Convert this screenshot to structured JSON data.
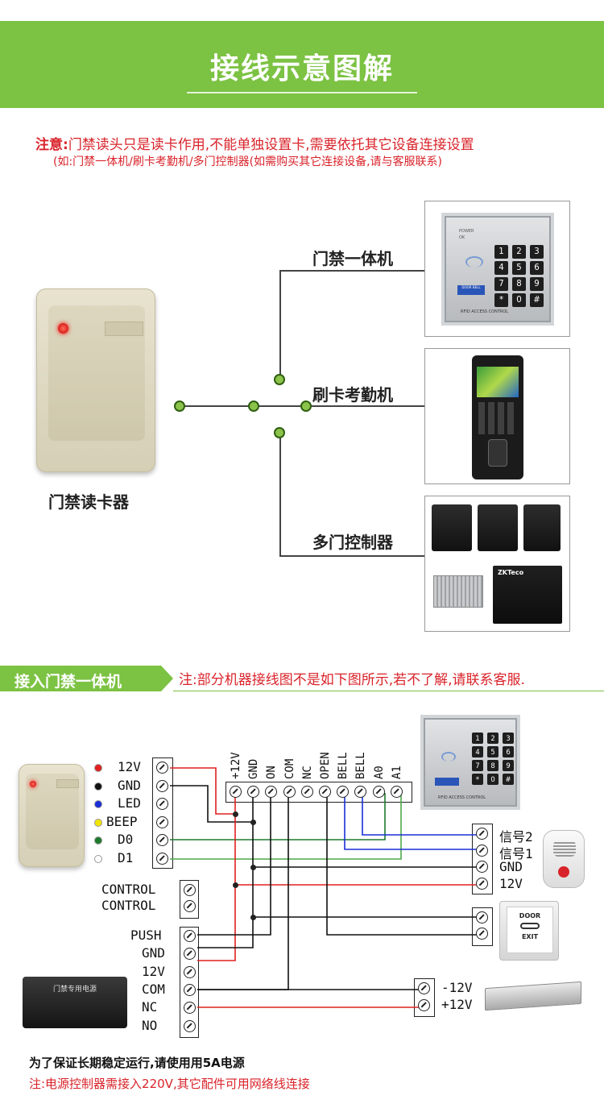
{
  "header": {
    "title": "接线示意图解"
  },
  "notice": {
    "label": "注意:",
    "text": "门禁读头只是读卡作用,不能单独设置卡,需要依托其它设备连接设置",
    "sub": "(如:门禁一体机/刷卡考勤机/多门控制器(如需购买其它连接设备,请与客服联系)"
  },
  "overview": {
    "reader_label": "门禁读卡器",
    "devices": [
      {
        "label": "门禁一体机"
      },
      {
        "label": "刷卡考勤机"
      },
      {
        "label": "多门控制器"
      }
    ],
    "keypad": {
      "power": "POWER",
      "ok": "OK",
      "footer": "RFID ACCESS CONTROL",
      "bell": "DOOR BELL",
      "keys": [
        "1",
        "2",
        "3",
        "4",
        "5",
        "6",
        "7",
        "8",
        "9",
        "*",
        "0",
        "#"
      ]
    },
    "box_brand": "ZKTeco"
  },
  "wiring": {
    "section_title": "接入门禁一体机",
    "section_note": "注:部分机器接线图不是如下图所示,若不了解,请联系客服.",
    "reader_wires": [
      {
        "label": "12V",
        "color": "#e0201f"
      },
      {
        "label": "GND",
        "color": "#111111"
      },
      {
        "label": "LED",
        "color": "#1a2fd6"
      },
      {
        "label": "BEEP",
        "color": "#f2e600"
      },
      {
        "label": "D0",
        "color": "#1e7a2c"
      },
      {
        "label": "D1",
        "color": "#ffffff"
      }
    ],
    "terminal_top": [
      "+12V",
      "GND",
      "ON",
      "COM",
      "NC",
      "OPEN",
      "BELL",
      "BELL",
      "A0",
      "A1"
    ],
    "doorbell": {
      "terminals": [
        "信号2",
        "信号1",
        "GND",
        "12V"
      ]
    },
    "control": [
      "CONTROL",
      "CONTROL"
    ],
    "psu_terminals": [
      "PUSH",
      "GND",
      "12V",
      "COM",
      "NC",
      "NO"
    ],
    "lock": {
      "terminals": [
        "-12V",
        "+12V"
      ]
    },
    "exit_button": {
      "door": "DOOR",
      "exit": "EXIT"
    },
    "psu_label": "门禁专用电源"
  },
  "footer": {
    "line1": "为了保证长期稳定运行,请使用用5A电源",
    "line2": "注:电源控制器需接入220V,其它配件可用网络线连接"
  }
}
